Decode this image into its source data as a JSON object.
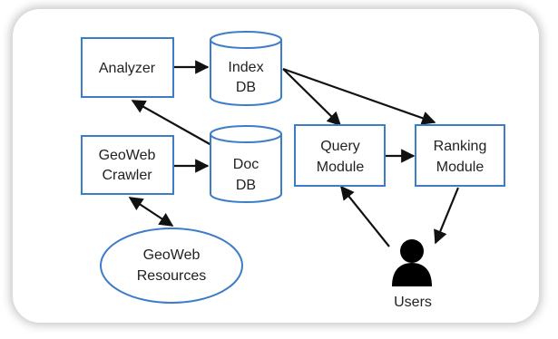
{
  "diagram": {
    "nodes": {
      "analyzer": {
        "lines": [
          "Analyzer"
        ]
      },
      "crawler": {
        "lines": [
          "GeoWeb",
          "Crawler"
        ]
      },
      "index_db": {
        "lines": [
          "Index",
          "DB"
        ]
      },
      "doc_db": {
        "lines": [
          "Doc",
          "DB"
        ]
      },
      "query": {
        "lines": [
          "Query",
          "Module"
        ]
      },
      "ranking": {
        "lines": [
          "Ranking",
          "Module"
        ]
      },
      "resources": {
        "lines": [
          "GeoWeb",
          "Resources"
        ]
      },
      "users": {
        "lines": [
          "Users"
        ]
      }
    },
    "edges": [
      {
        "from": "analyzer",
        "to": "index_db",
        "direction": "forward"
      },
      {
        "from": "doc_db",
        "to": "analyzer",
        "direction": "forward"
      },
      {
        "from": "crawler",
        "to": "doc_db",
        "direction": "forward"
      },
      {
        "from": "crawler",
        "to": "resources",
        "direction": "both"
      },
      {
        "from": "index_db",
        "to": "query",
        "direction": "forward"
      },
      {
        "from": "index_db",
        "to": "ranking",
        "direction": "forward"
      },
      {
        "from": "query",
        "to": "ranking",
        "direction": "forward"
      },
      {
        "from": "users",
        "to": "query",
        "direction": "forward"
      },
      {
        "from": "ranking",
        "to": "users",
        "direction": "forward"
      }
    ],
    "colors": {
      "box_stroke": "#3d7cc9",
      "arrow": "#111111",
      "text": "#222222",
      "user_icon": "#000000"
    }
  }
}
